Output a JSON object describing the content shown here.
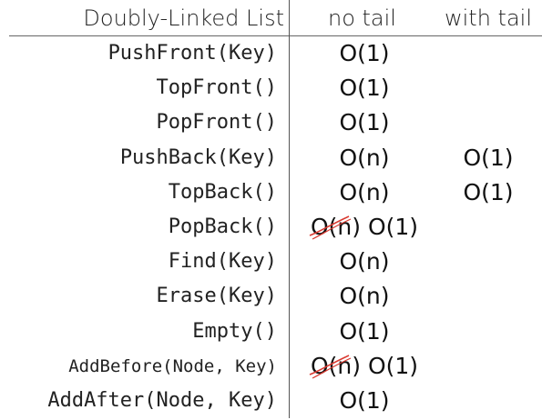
{
  "header": {
    "operation": "Doubly-Linked List",
    "no_tail": "no tail",
    "with_tail": "with tail"
  },
  "rows": [
    {
      "operation": "PushFront(Key)",
      "no_tail": "O(1)",
      "with_tail": ""
    },
    {
      "operation": "TopFront()",
      "no_tail": "O(1)",
      "with_tail": ""
    },
    {
      "operation": "PopFront()",
      "no_tail": "O(1)",
      "with_tail": ""
    },
    {
      "operation": "PushBack(Key)",
      "no_tail": "O(n)",
      "with_tail": "O(1)"
    },
    {
      "operation": "TopBack()",
      "no_tail": "O(n)",
      "with_tail": "O(1)"
    },
    {
      "operation": "PopBack()",
      "no_tail_struck": "O(n)",
      "no_tail": "O(1)",
      "with_tail": ""
    },
    {
      "operation": "Find(Key)",
      "no_tail": "O(n)",
      "with_tail": ""
    },
    {
      "operation": "Erase(Key)",
      "no_tail": "O(n)",
      "with_tail": ""
    },
    {
      "operation": "Empty()",
      "no_tail": "O(1)",
      "with_tail": ""
    },
    {
      "operation": "AddBefore(Node, Key)",
      "no_tail_struck": "O(n)",
      "no_tail": "O(1)",
      "with_tail": ""
    },
    {
      "operation": "AddAfter(Node, Key)",
      "no_tail": "O(1)",
      "with_tail": ""
    }
  ],
  "colors": {
    "strike": "#d9382f",
    "text": "#111111",
    "rule": "#555555"
  }
}
